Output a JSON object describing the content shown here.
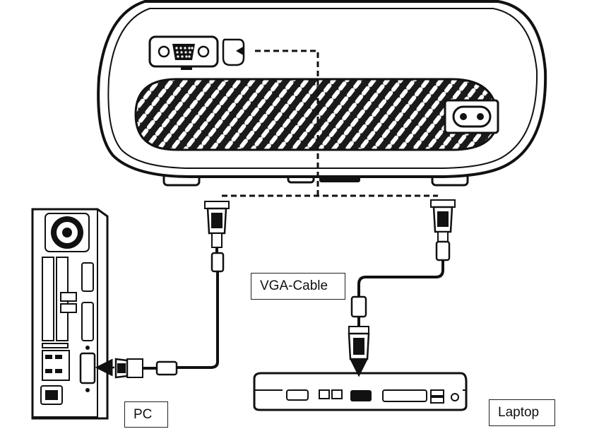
{
  "labels": {
    "vga_cable": "VGA-Cable",
    "pc": "PC",
    "laptop": "Laptop"
  },
  "colors": {
    "line": "#111111",
    "background": "#ffffff",
    "port_fill": "#f2f2f2"
  }
}
